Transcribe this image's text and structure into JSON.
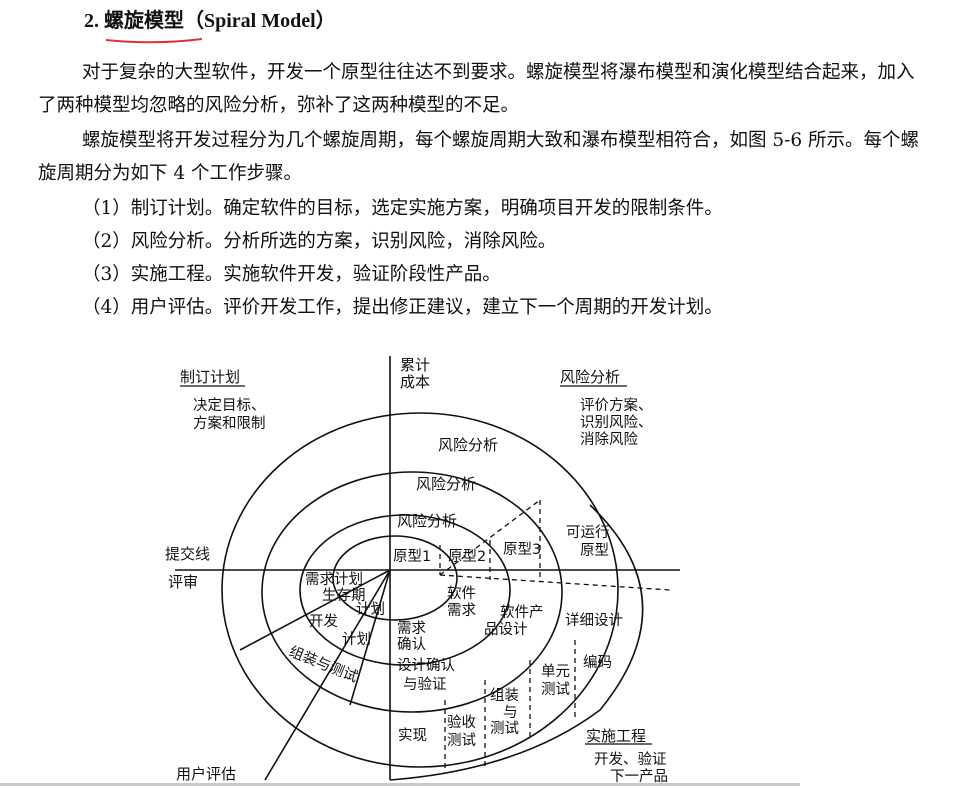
{
  "heading": {
    "number": "2.",
    "title": "螺旋模型（Spiral Model）"
  },
  "paragraphs": [
    "对于复杂的大型软件，开发一个原型往往达不到要求。螺旋模型将瀑布模型和演化模型结合起来，加入了两种模型均忽略的风险分析，弥补了这两种模型的不足。",
    "螺旋模型将开发过程分为几个螺旋周期，每个螺旋周期大致和瀑布模型相符合，如图 5-6 所示。每个螺旋周期分为如下 4 个工作步骤。"
  ],
  "steps": [
    "（1）制订计划。确定软件的目标，选定实施方案，明确项目开发的限制条件。",
    "（2）风险分析。分析所选的方案，识别风险，消除风险。",
    "（3）实施工程。实施软件开发，验证阶段性产品。",
    "（4）用户评估。评价开发工作，提出修正建议，建立下一个周期的开发计划。"
  ],
  "figure": {
    "axis_top": [
      "累计",
      "成本"
    ],
    "quadrant_plan": {
      "title": "制订计划",
      "desc": [
        "决定目标、",
        "方案和限制"
      ]
    },
    "quadrant_risk": {
      "title": "风险分析",
      "desc": [
        "评价方案、",
        "识别风险、",
        "消除风险"
      ]
    },
    "quadrant_engineering": {
      "title": "实施工程",
      "desc": [
        "开发、验证",
        "下一产品"
      ]
    },
    "quadrant_eval": {
      "title": "用户评估"
    },
    "left_labels": [
      "提交线",
      "评审"
    ],
    "risk_labels": [
      "风险分析",
      "风险分析",
      "风险分析"
    ],
    "prototypes": [
      "原型1",
      "原型2",
      "原型3",
      "可运行",
      "原型"
    ],
    "plans": [
      "需求计划",
      "生存期",
      "计划",
      "开发",
      "计划",
      "组装与测试"
    ],
    "work_items": [
      "软件",
      "需求",
      "需求",
      "确认",
      "软件产",
      "品设计",
      "详细设计",
      "设计确认",
      "与验证",
      "单元",
      "测试",
      "编码",
      "组装",
      "与",
      "测试",
      "验收",
      "测试",
      "实现"
    ]
  }
}
